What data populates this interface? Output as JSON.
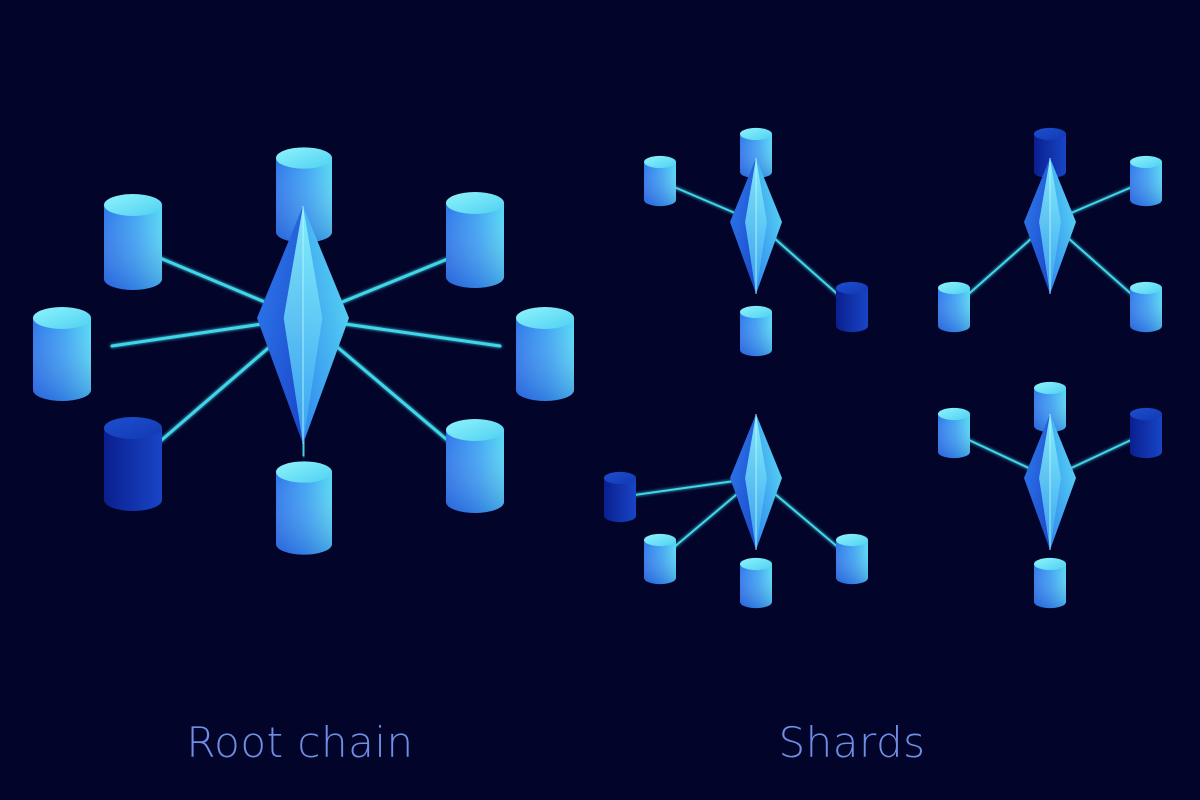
{
  "labels": {
    "root": "Root chain",
    "shards": "Shards"
  },
  "colors": {
    "background": "#03042a",
    "link": "#3fd6ea",
    "node_light": "#58e4f2",
    "node_mid": "#3f9bf2",
    "node_dark": "#0d2aa8",
    "label": "#6f8fe6"
  },
  "icons": {
    "database": "cylinder-database-icon",
    "hub": "crystal-hub-icon"
  },
  "root_chain": {
    "node_count": 8,
    "dark_nodes": 1
  },
  "shards": [
    {
      "node_count": 4,
      "dark_nodes": 1
    },
    {
      "node_count": 4,
      "dark_nodes": 1
    },
    {
      "node_count": 4,
      "dark_nodes": 1
    },
    {
      "node_count": 4,
      "dark_nodes": 1
    }
  ]
}
